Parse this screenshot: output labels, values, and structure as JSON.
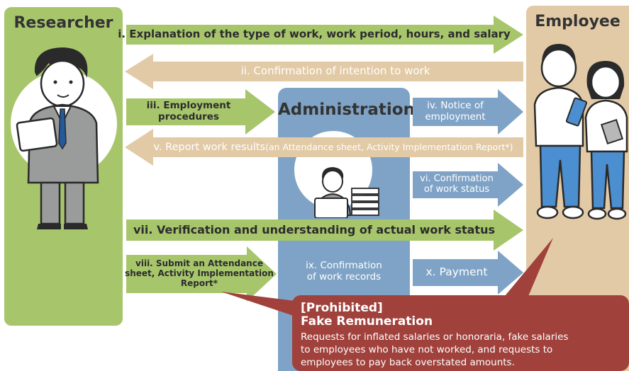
{
  "researcher": {
    "title": "Researcher"
  },
  "employee": {
    "title": "Employee"
  },
  "administration": {
    "title": "Administration"
  },
  "steps": {
    "i": "i. Explanation of the type of work, work period, hours, and salary",
    "ii": "ii. Confirmation of intention to work",
    "iii": [
      "iii. Employment",
      "procedures"
    ],
    "iv": [
      "iv. Notice of",
      "employment"
    ],
    "v_main": "v. Report work results ",
    "v_paren": "(an Attendance sheet, Activity Implementation Report*)",
    "vi": [
      "vi. Confirmation",
      "of work status"
    ],
    "vii": "vii. Verification and understanding of actual work status",
    "viii": [
      "viii. Submit an Attendance",
      "sheet, Activity Implementation",
      "Report*"
    ],
    "ix": [
      "ix. Confirmation",
      "of work records"
    ],
    "x": "x. Payment"
  },
  "prohibited": {
    "heading": "[Prohibited]",
    "title": "Fake Remuneration",
    "body": [
      "Requests for inflated salaries or honoraria, fake salaries",
      "to employees who have not worked, and requests to",
      "employees to pay back overstated amounts."
    ]
  },
  "colors": {
    "green": "#a7c66c",
    "tan": "#e2caa6",
    "blue": "#7fa3c6",
    "red": "#a0413c"
  },
  "icons": [
    "researcher-with-tablet-icon",
    "administrator-at-laptop-icon",
    "employee-with-clipboard-icon",
    "employee-with-notebook-icon"
  ]
}
